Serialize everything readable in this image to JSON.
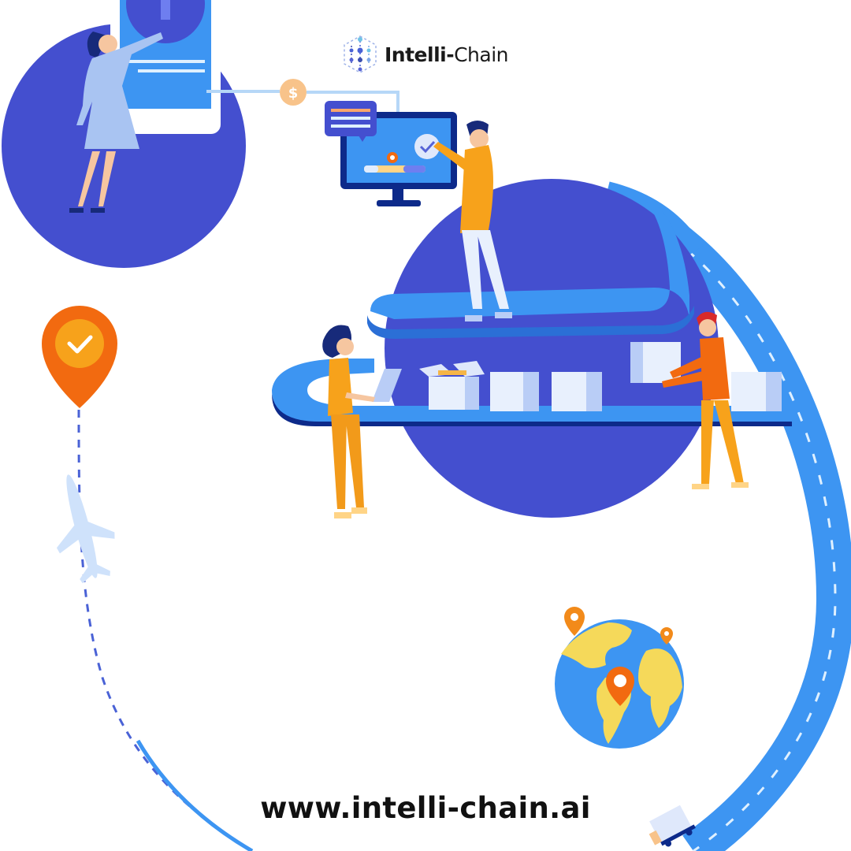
{
  "brand": {
    "name_bold": "Intelli-",
    "name_light": "Chain",
    "icon": "hexagon-network-logo-icon"
  },
  "footer": {
    "website": "www.intelli-chain.ai"
  },
  "illustration": {
    "icons": [
      "smartphone-icon",
      "dollar-coin-icon",
      "chat-bubble-icon",
      "desktop-monitor-icon",
      "checkmark-badge-icon",
      "planet-conveyor-icon",
      "cardboard-box-icon",
      "location-pin-check-icon",
      "airplane-icon",
      "globe-map-icon",
      "delivery-truck-icon",
      "road-icon"
    ]
  },
  "colors": {
    "background": "#ffffff",
    "indigo": "#444fcf",
    "blue": "#3d95f2",
    "navy": "#0d2a8a",
    "orange": "#f7a21b",
    "red_orange": "#f26a10",
    "yellow_land": "#f5d95a",
    "box_white": "#e8f0fd",
    "text": "#111111"
  }
}
